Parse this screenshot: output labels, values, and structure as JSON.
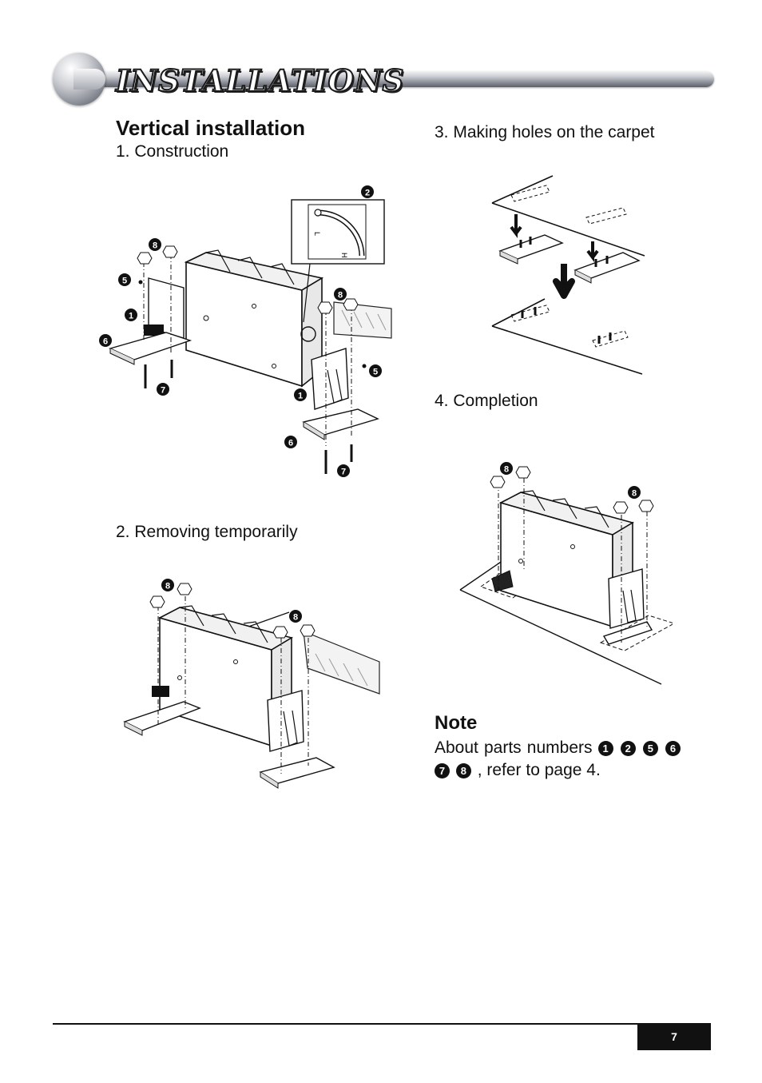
{
  "header": {
    "title": "INSTALLATIONS"
  },
  "section": {
    "title": "Vertical installation"
  },
  "steps": {
    "s1": "1. Construction",
    "s2": "2. Removing temporarily",
    "s3": "3. Making holes on the carpet",
    "s4": "4. Completion"
  },
  "figure_markers": {
    "m1": "1",
    "m2": "2",
    "m5": "5",
    "m6": "6",
    "m7": "7",
    "m8": "8"
  },
  "gauge": {
    "low": "L",
    "high": "H"
  },
  "note": {
    "title": "Note",
    "prefix": "About parts numbers",
    "parts": [
      "1",
      "2",
      "5",
      "6",
      "7",
      "8"
    ],
    "suffix": ", refer to page 4."
  },
  "footer": {
    "page_number": "7"
  }
}
